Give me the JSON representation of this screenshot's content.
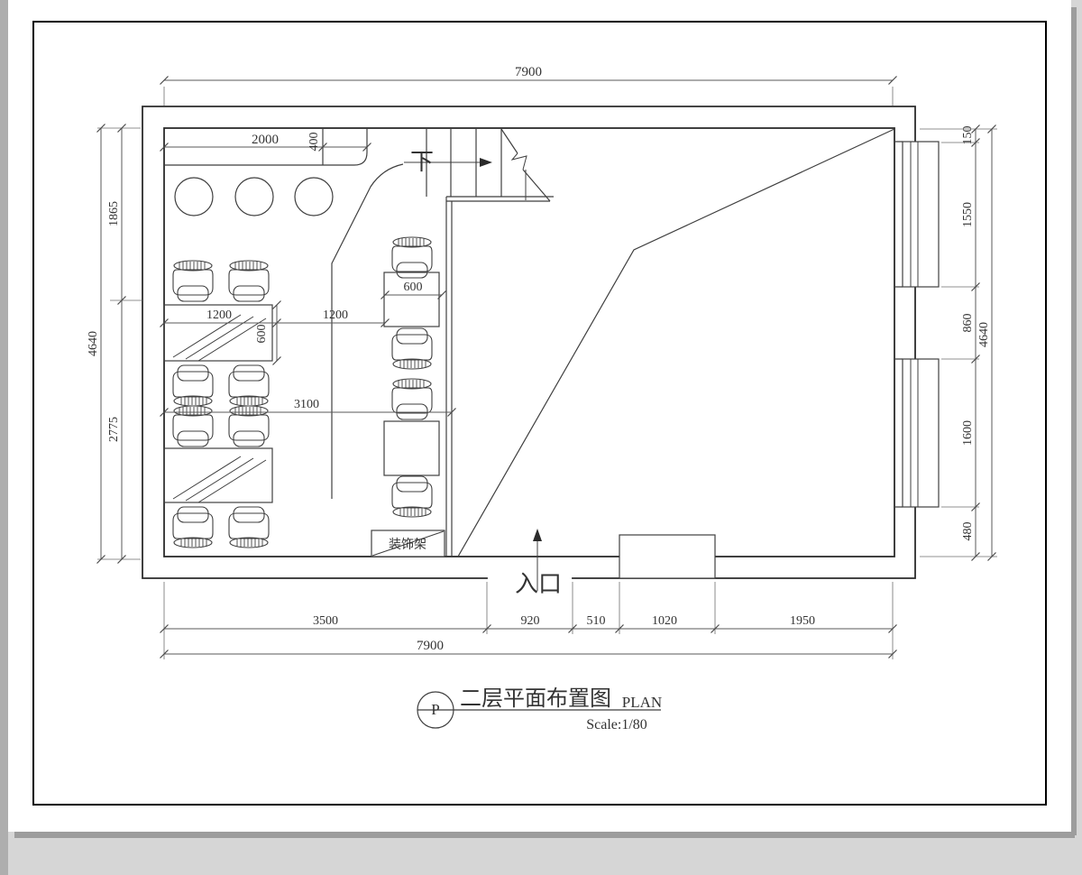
{
  "title_block": {
    "symbol": "P",
    "title_cn": "二层平面布置图",
    "title_en": "PLAN",
    "scale": "Scale:1/80"
  },
  "annotations": {
    "stair_down": "下",
    "entrance": "入口",
    "decor_shelf": "装饰架"
  },
  "dimensions": {
    "top_total": "7900",
    "bottom_segments": [
      "3500",
      "920",
      "510",
      "1020",
      "1950"
    ],
    "bottom_total": "7900",
    "left_segments": [
      "1865",
      "2775"
    ],
    "left_total": "4640",
    "right_segments": [
      "150",
      "1550",
      "860",
      "1600",
      "480"
    ],
    "right_total": "4640",
    "counter_length": "2000",
    "counter_return": "400",
    "table_width": "1200",
    "table_depth": "600",
    "aisle": "1200",
    "booth_table_width": "600",
    "dining_zone": "3100"
  },
  "colors": {
    "background": "#d6d6d6",
    "paper": "#ffffff",
    "frame": "#000000",
    "wall_line": "#2b2b2b",
    "dim_line": "#5a5a5a"
  }
}
